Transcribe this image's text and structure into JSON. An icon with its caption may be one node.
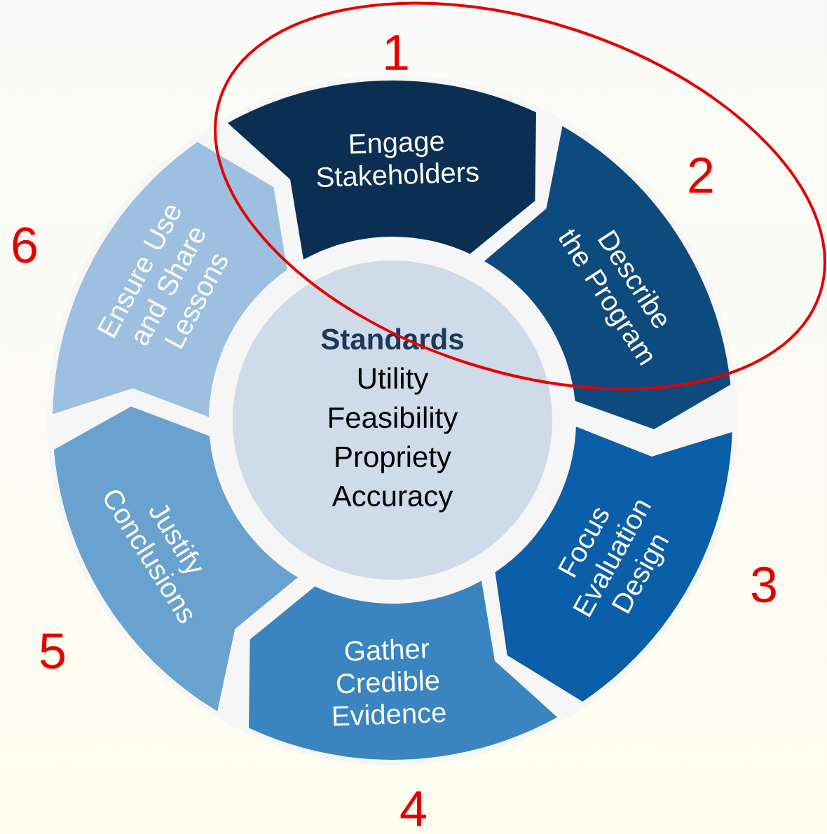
{
  "diagram": {
    "nodes": [
      {
        "text": [
          "Engage Stakeholders"
        ],
        "beside": [
          "1"
        ]
      },
      {
        "text": [
          "Describe the Program"
        ],
        "beside": [
          "2"
        ]
      },
      {
        "text": [
          "Focus Evaluation Design"
        ],
        "beside": [
          "3"
        ]
      },
      {
        "text": [
          "Gather Credible Evidence"
        ],
        "beside": [
          "4"
        ]
      },
      {
        "text": [
          "Justify Conclusions"
        ],
        "beside": [
          "5"
        ]
      },
      {
        "text": [
          "Ensure Use and Share Lessons"
        ],
        "beside": [
          "6"
        ]
      },
      {
        "text": [
          "Standards",
          "Utility",
          "Feasibility",
          "Propriety",
          "Accuracy"
        ]
      }
    ]
  }
}
